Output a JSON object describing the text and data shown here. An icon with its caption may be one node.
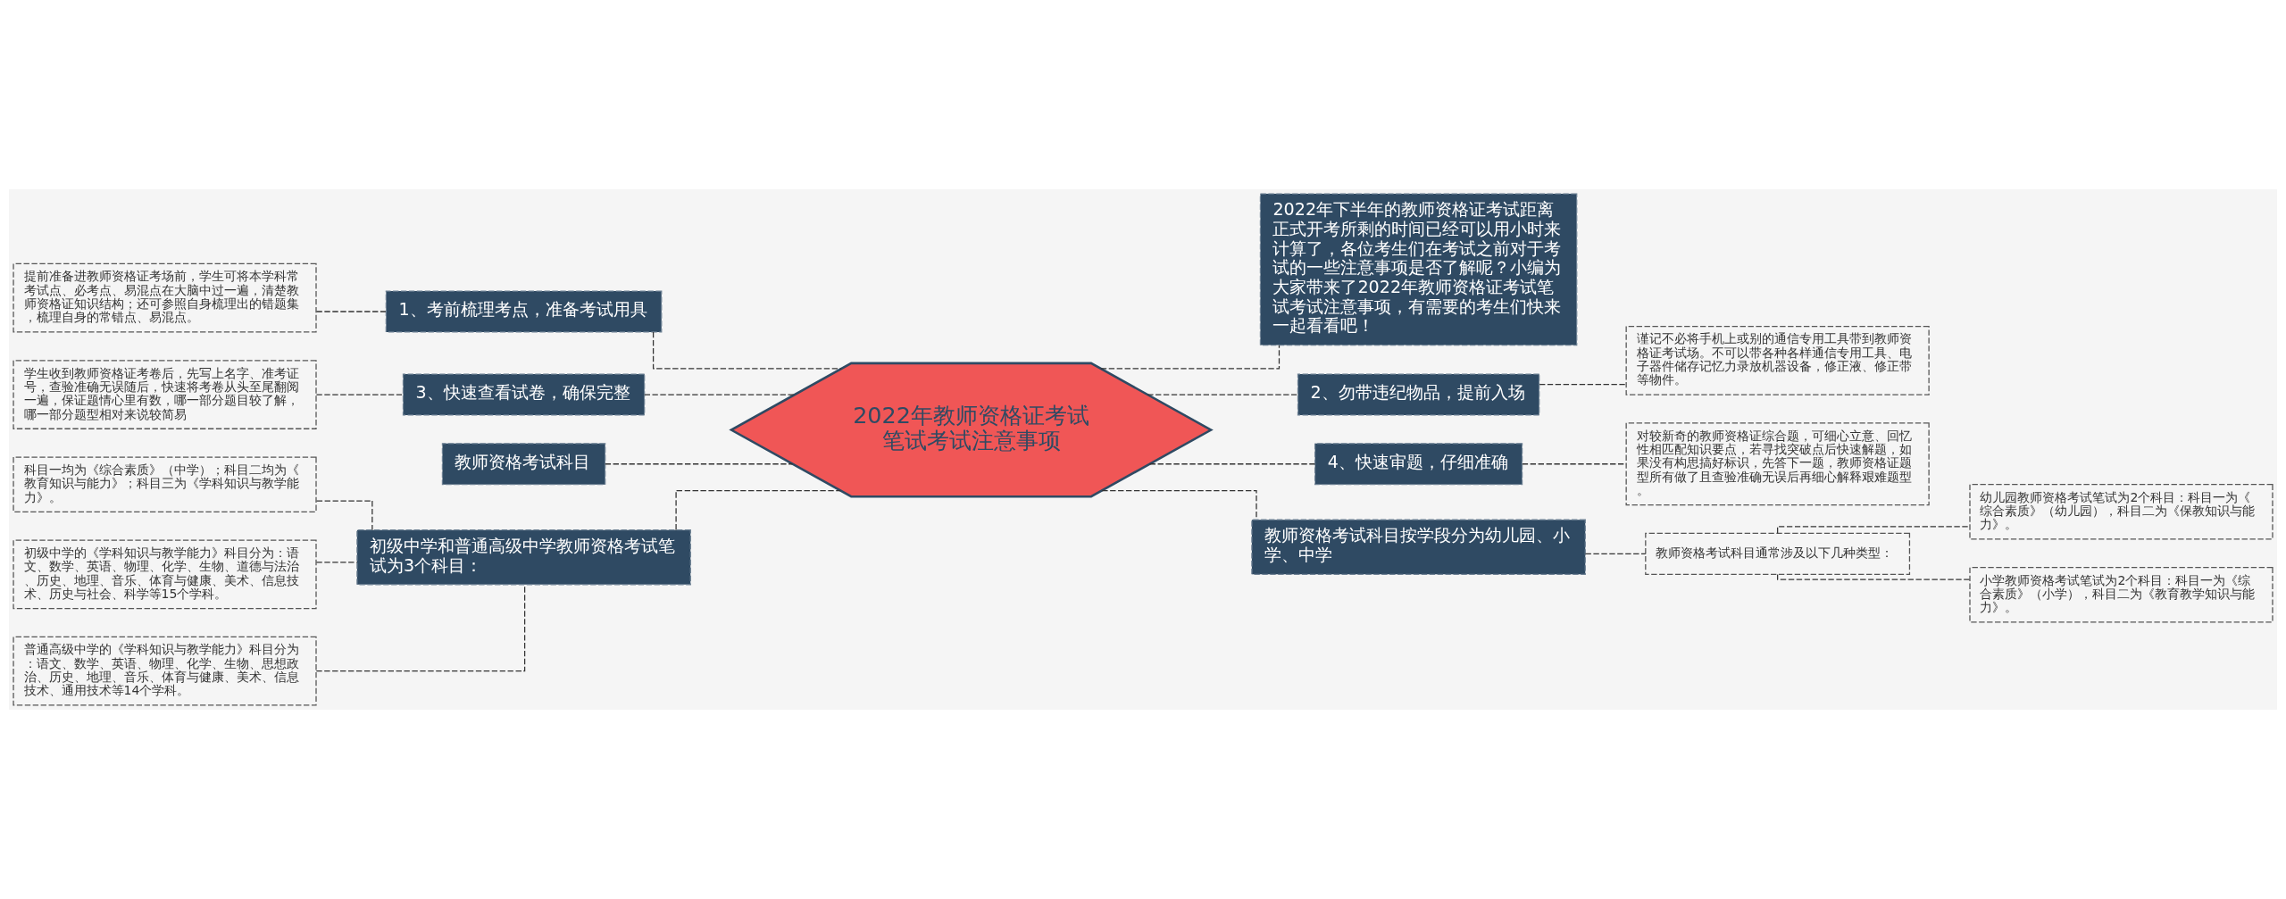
{
  "diagram": {
    "nodes": [
      {
        "text": [
          "2022年教师资格证考试笔试考试注意事项"
        ]
      },
      {
        "text": [
          "1、考前梳理考点，准备考试用具"
        ]
      },
      {
        "text": [
          "提前准备进教师资格证考场前，学生可将本学科常考试点、必考点、易混点在大脑中过一遍，清楚教师资格证知识结构；还可参照自身梳理出的错题集，梳理自身的常错点、易混点。"
        ]
      },
      {
        "text": [
          "3、快速查看试卷，确保完整"
        ]
      },
      {
        "text": [
          "学生收到教师资格证考卷后，先写上名字、准考证号，查验准确无误随后，快速将考卷从头至尾翻阅一遍，保证题情心里有数，哪一部分题目较了解，哪一部分题型相对来说较简易"
        ]
      },
      {
        "text": [
          "教师资格考试科目"
        ]
      },
      {
        "text": [
          "初级中学和普通高级中学教师资格考试笔试为3个科目："
        ]
      },
      {
        "text": [
          "科目一均为《综合素质》（中学）；科目二均为《教育知识与能力》；科目三为《学科知识与教学能力》。"
        ]
      },
      {
        "text": [
          "初级中学的《学科知识与教学能力》科目分为：语文、数学、英语、物理、化学、生物、道德与法治、历史、地理、音乐、体育与健康、美术、信息技术、历史与社会、科学等15个学科。"
        ]
      },
      {
        "text": [
          "普通高级中学的《学科知识与教学能力》科目分为：语文、数学、英语、物理、化学、生物、思想政治、历史、地理、音乐、体育与健康、美术、信息技术、通用技术等14个学科。"
        ]
      },
      {
        "text": [
          "2022年下半年的教师资格证考试距离正式开考所剩的时间已经可以用小时来计算了，各位考生们在考试之前对于考试的一些注意事项是否了解呢？小编为大家带来了2022年教师资格证考试笔试考试注意事项，有需要的考生们快来一起看看吧！"
        ]
      },
      {
        "text": [
          "2、勿带违纪物品，提前入场"
        ]
      },
      {
        "text": [
          "谨记不必将手机上或别的通信专用工具带到教师资格证考试场。不可以带各种各样通信专用工具、电子器件储存记忆力录放机器设备，修正液、修正带等物件。"
        ]
      },
      {
        "text": [
          "4、快速审题，仔细准确"
        ]
      },
      {
        "text": [
          "对较新奇的教师资格证综合题，可细心立意、回忆性相匹配知识要点，若寻找突破点后快速解题，如果没有构思搞好标识，先答下一题，教师资格证题型所有做了且查验准确无误后再细心解释艰难题型。"
        ]
      },
      {
        "text": [
          "教师资格考试科目按学段分为幼儿园、小学、中学"
        ]
      },
      {
        "text": [
          "教师资格考试科目通常涉及以下几种类型："
        ]
      },
      {
        "text": [
          "幼儿园教师资格考试笔试为2个科目：科目一为《综合素质》（幼儿园），科目二为《保教知识与能力》。"
        ]
      },
      {
        "text": [
          "小学教师资格考试笔试为2个科目：科目一为《综合素质》（小学），科目二为《教育教学知识与能力》。"
        ]
      }
    ],
    "edges": [
      {
        "from": 0,
        "to": 1,
        "arrow": "none",
        "style": "dashed"
      },
      {
        "from": 1,
        "to": 2,
        "arrow": "none",
        "style": "dashed"
      },
      {
        "from": 0,
        "to": 3,
        "arrow": "none",
        "style": "dashed"
      },
      {
        "from": 3,
        "to": 4,
        "arrow": "none",
        "style": "dashed"
      },
      {
        "from": 0,
        "to": 5,
        "arrow": "none",
        "style": "dashed"
      },
      {
        "from": 0,
        "to": 6,
        "arrow": "none",
        "style": "dashed"
      },
      {
        "from": 6,
        "to": 7,
        "arrow": "none",
        "style": "dashed"
      },
      {
        "from": 6,
        "to": 8,
        "arrow": "none",
        "style": "dashed"
      },
      {
        "from": 6,
        "to": 9,
        "arrow": "none",
        "style": "dashed"
      },
      {
        "from": 0,
        "to": 10,
        "arrow": "none",
        "style": "dashed"
      },
      {
        "from": 0,
        "to": 11,
        "arrow": "none",
        "style": "dashed"
      },
      {
        "from": 11,
        "to": 12,
        "arrow": "none",
        "style": "dashed"
      },
      {
        "from": 0,
        "to": 13,
        "arrow": "none",
        "style": "dashed"
      },
      {
        "from": 13,
        "to": 14,
        "arrow": "none",
        "style": "dashed"
      },
      {
        "from": 0,
        "to": 15,
        "arrow": "none",
        "style": "dashed"
      },
      {
        "from": 15,
        "to": 16,
        "arrow": "none",
        "style": "dashed"
      },
      {
        "from": 16,
        "to": 17,
        "arrow": "none",
        "style": "dashed"
      },
      {
        "from": 16,
        "to": 18,
        "arrow": "none",
        "style": "dashed"
      }
    ]
  }
}
